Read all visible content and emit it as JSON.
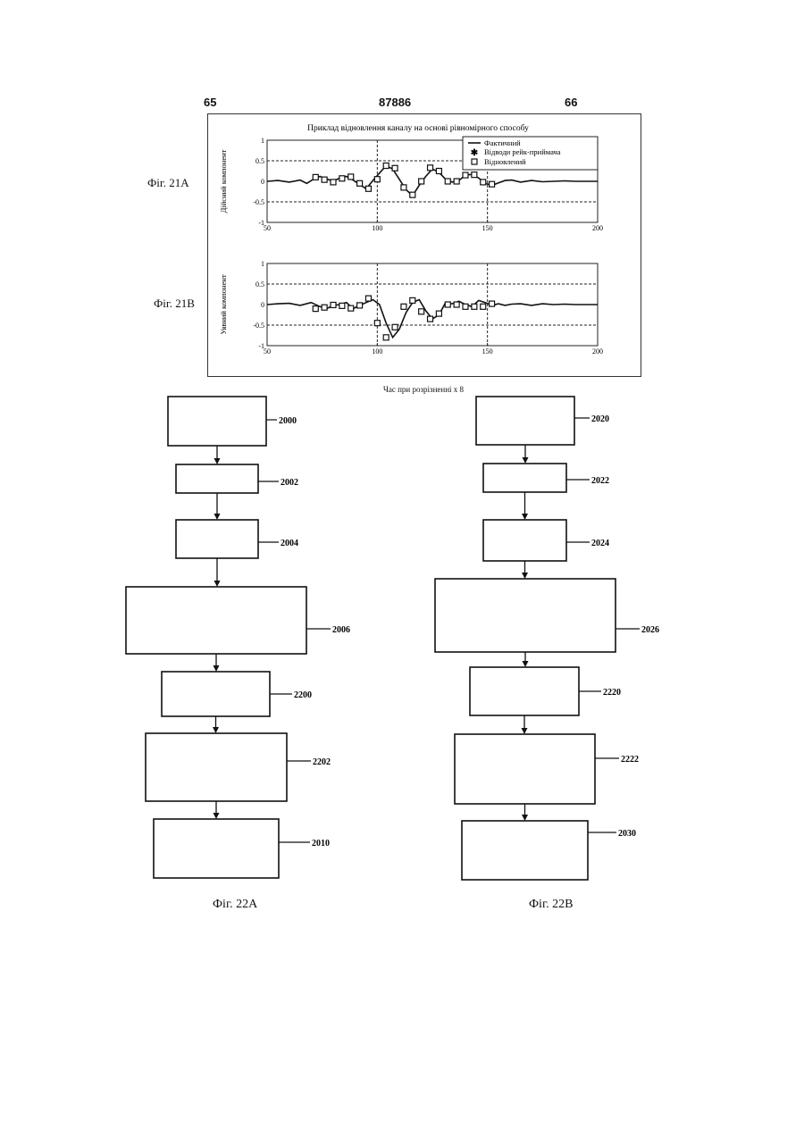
{
  "header": {
    "page_left": "65",
    "patent_number": "87886",
    "page_right": "66"
  },
  "fig21a_label": "Фіг. 21А",
  "fig21b_label": "Фіг. 21В",
  "fig22a_label": "Фіг. 22А",
  "fig22b_label": "Фіг. 22В",
  "chart_data": [
    {
      "type": "line",
      "title": "Приклад відновлення каналу на основі рівномірного способу",
      "ylabel": "Дійсний компонент",
      "xlabel": "Час при розрізненні x 8",
      "xlim": [
        50,
        200
      ],
      "ylim": [
        -1,
        1
      ],
      "x_ticks": [
        50,
        100,
        150,
        200
      ],
      "y_ticks": [
        "1",
        "0.5",
        "0",
        "-0.5",
        "-1"
      ],
      "legend": [
        "Фактичний",
        "Відводи рейк-приймача",
        "Відновлений"
      ],
      "legend_position": "top-right",
      "grid": "dashed at y=±0.5 and x=100,150",
      "series": [
        {
          "name": "Фактичний",
          "x": [
            50,
            55,
            60,
            65,
            68,
            71,
            74,
            77,
            80,
            83,
            86,
            89,
            92,
            95,
            98,
            101,
            104,
            107,
            110,
            113,
            116,
            119,
            122,
            125,
            128,
            131,
            134,
            137,
            140,
            143,
            146,
            149,
            152,
            155,
            158,
            161,
            165,
            170,
            175,
            180,
            185,
            190,
            195,
            200
          ],
          "y": [
            0,
            0.02,
            -0.02,
            0.03,
            -0.05,
            0.05,
            0.12,
            0.06,
            0,
            0.08,
            0.12,
            0.03,
            -0.08,
            -0.18,
            0.02,
            0.2,
            0.38,
            0.3,
            0.05,
            -0.2,
            -0.35,
            -0.1,
            0.12,
            0.3,
            0.22,
            0.05,
            -0.02,
            0.02,
            0.15,
            0.17,
            0.08,
            -0.05,
            -0.1,
            -0.04,
            0.02,
            0.03,
            -0.02,
            0.02,
            -0.01,
            0,
            0.01,
            0,
            0,
            0
          ]
        },
        {
          "name": "Відновлений",
          "x": [
            72,
            76,
            80,
            84,
            88,
            92,
            96,
            100,
            104,
            108,
            112,
            116,
            120,
            124,
            128,
            132,
            136,
            140,
            144,
            148,
            152
          ],
          "y": [
            0.1,
            0.04,
            -0.02,
            0.07,
            0.11,
            -0.05,
            -0.18,
            0.05,
            0.38,
            0.32,
            -0.15,
            -0.33,
            0.0,
            0.33,
            0.25,
            0.0,
            0.0,
            0.15,
            0.16,
            -0.02,
            -0.07
          ]
        }
      ]
    },
    {
      "type": "line",
      "ylabel": "Уявний компонент",
      "xlabel": "Час при розрізненні x 8",
      "xlim": [
        50,
        200
      ],
      "ylim": [
        -1,
        1
      ],
      "x_ticks": [
        50,
        100,
        150,
        200
      ],
      "y_ticks": [
        "1",
        "0.5",
        "0",
        "-0.5",
        "-1"
      ],
      "grid": "dashed at y=±0.5 and x=100,150",
      "series": [
        {
          "name": "Фактичний",
          "x": [
            50,
            55,
            60,
            65,
            70,
            74,
            77,
            80,
            83,
            86,
            89,
            92,
            95,
            98,
            101,
            104,
            107,
            110,
            113,
            116,
            119,
            122,
            125,
            128,
            131,
            134,
            137,
            140,
            143,
            146,
            149,
            152,
            155,
            158,
            161,
            165,
            170,
            175,
            180,
            185,
            190,
            195,
            200
          ],
          "y": [
            0,
            0.02,
            0.03,
            -0.02,
            0.05,
            -0.05,
            -0.1,
            -0.02,
            0,
            0.05,
            -0.1,
            -0.02,
            0.05,
            0.12,
            0,
            -0.45,
            -0.8,
            -0.6,
            -0.2,
            0.05,
            0.12,
            -0.15,
            -0.35,
            -0.25,
            0.05,
            0.02,
            0.08,
            0,
            -0.05,
            0.1,
            0.05,
            -0.02,
            0.02,
            -0.02,
            0.01,
            0.02,
            -0.02,
            0.02,
            0,
            0.01,
            0,
            0,
            0
          ]
        },
        {
          "name": "Відновлений",
          "x": [
            72,
            76,
            80,
            84,
            88,
            92,
            96,
            100,
            104,
            108,
            112,
            116,
            120,
            124,
            128,
            132,
            136,
            140,
            144,
            148,
            152
          ],
          "y": [
            -0.1,
            -0.07,
            -0.01,
            -0.03,
            -0.09,
            -0.02,
            0.15,
            -0.45,
            -0.8,
            -0.55,
            -0.05,
            0.1,
            -0.17,
            -0.35,
            -0.22,
            0.0,
            0.0,
            -0.05,
            -0.05,
            -0.05,
            0.02
          ]
        }
      ]
    }
  ],
  "fig22a": {
    "blocks": [
      {
        "ref": "2000"
      },
      {
        "ref": "2002"
      },
      {
        "ref": "2004"
      },
      {
        "ref": "2006"
      },
      {
        "ref": "2200"
      },
      {
        "ref": "2202"
      },
      {
        "ref": "2010"
      }
    ]
  },
  "fig22b": {
    "blocks": [
      {
        "ref": "2020"
      },
      {
        "ref": "2022"
      },
      {
        "ref": "2024"
      },
      {
        "ref": "2026"
      },
      {
        "ref": "2220"
      },
      {
        "ref": "2222"
      },
      {
        "ref": "2030"
      }
    ]
  }
}
